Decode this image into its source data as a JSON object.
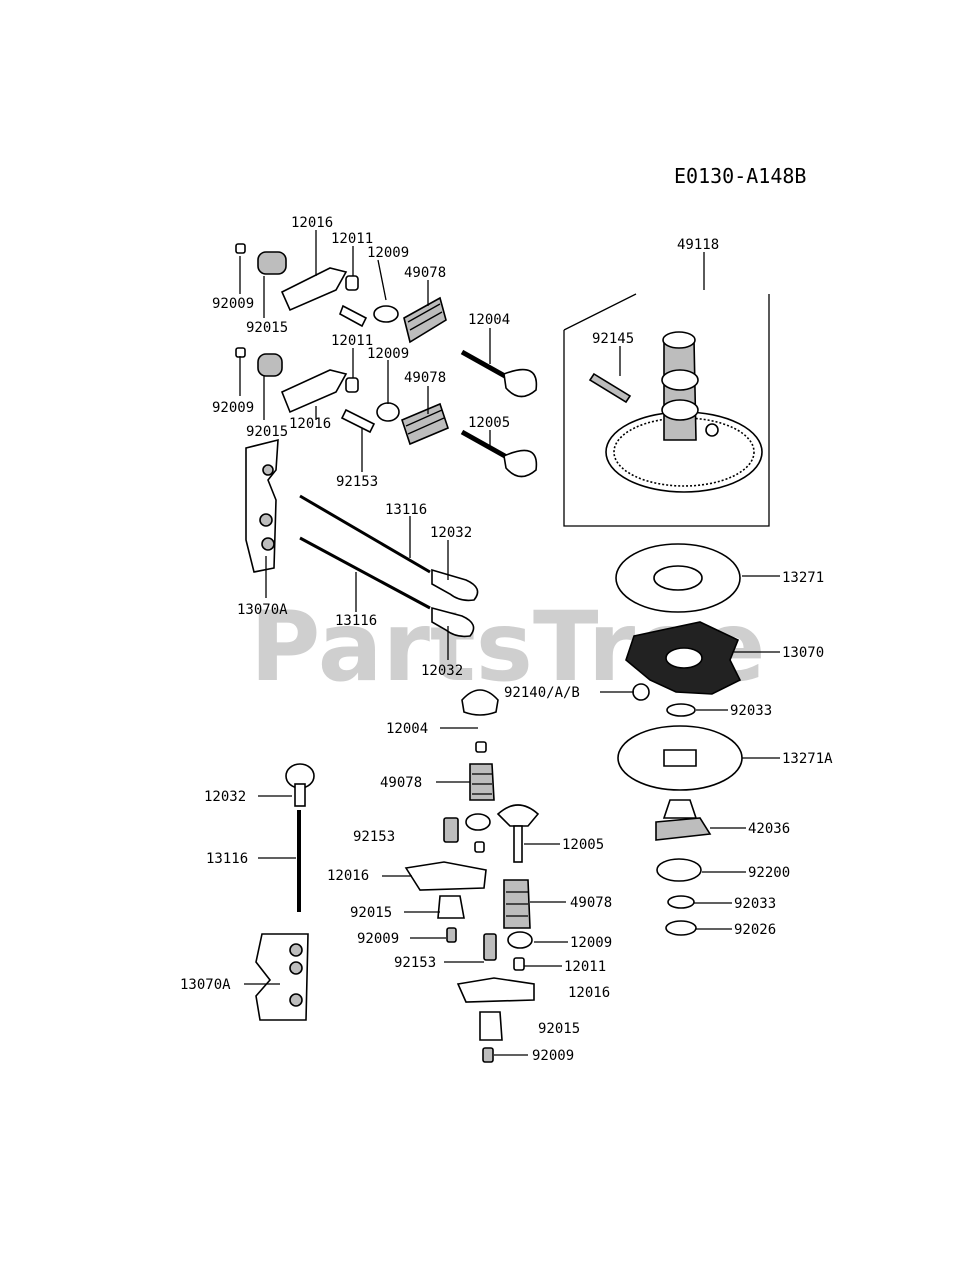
{
  "diagram_code": "E0130-A148B",
  "watermark": "PartsTree",
  "parts": {
    "p12016_a": "12016",
    "p12011_a": "12011",
    "p12009_a": "12009",
    "p49078_a": "49078",
    "p92009_a": "92009",
    "p92015_a": "92015",
    "p12004_a": "12004",
    "p12011_b": "12011",
    "p12009_b": "12009",
    "p49078_b": "49078",
    "p92009_b": "92009",
    "p92015_b": "92015",
    "p12016_b": "12016",
    "p12005_a": "12005",
    "p92153_a": "92153",
    "p13116_a": "13116",
    "p12032_a": "12032",
    "p13070A_a": "13070A",
    "p13116_b": "13116",
    "p12032_b": "12032",
    "p49118": "49118",
    "p92145": "92145",
    "p13271": "13271",
    "p13070": "13070",
    "p92140": "92140/A/B",
    "p92033_a": "92033",
    "p13271A": "13271A",
    "p42036": "42036",
    "p92200": "92200",
    "p92033_b": "92033",
    "p92026": "92026",
    "p12004_b": "12004",
    "p49078_c": "49078",
    "p92153_b": "92153",
    "p12005_b": "12005",
    "p12016_c": "12016",
    "p92015_c": "92015",
    "p49078_d": "49078",
    "p92009_c": "92009",
    "p12009_c": "12009",
    "p92153_c": "92153",
    "p12011_c": "12011",
    "p12016_d": "12016",
    "p92015_d": "92015",
    "p92009_d": "92009",
    "p12032_c": "12032",
    "p13116_c": "13116",
    "p13070A_b": "13070A"
  }
}
